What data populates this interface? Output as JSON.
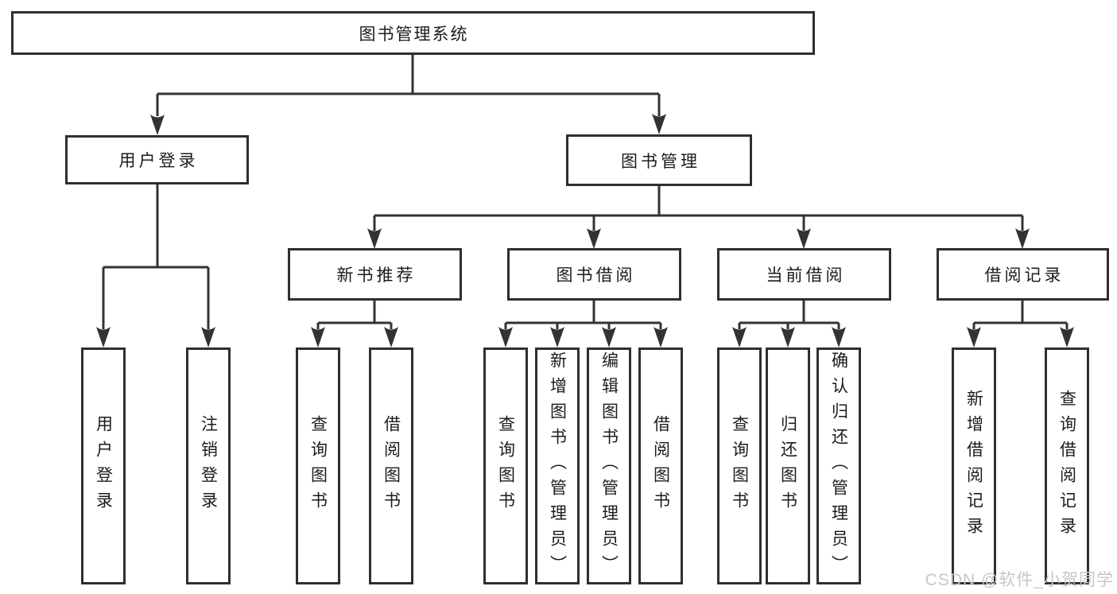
{
  "tree": {
    "root": "图书管理系统",
    "level2": {
      "user_login": "用户登录",
      "book_management": "图书管理"
    },
    "level3": {
      "new_book_recommend": "新书推荐",
      "book_borrow": "图书借阅",
      "current_borrow": "当前借阅",
      "borrow_records": "借阅记录"
    },
    "leaves": {
      "login": "用户登录",
      "logout": "注销登录",
      "nb_query": "查询图书",
      "nb_borrow": "借阅图书",
      "bb_query": "查询图书",
      "bb_add": "新增图书（管理员）",
      "bb_edit": "编辑图书（管理员）",
      "bb_borrow": "借阅图书",
      "cb_query": "查询图书",
      "cb_return": "归还图书",
      "cb_confirm": "确认归还（管理员）",
      "rec_add": "新增借阅记录",
      "rec_query": "查询借阅记录"
    }
  },
  "watermark": {
    "text": "CSDN @软件_小贺同学",
    "color": "#c6c6cb"
  },
  "colors": {
    "line": "#333333",
    "box_border": "#2f2f2f",
    "box_fill": "#ffffff",
    "text": "#1c1c1c",
    "background": "#ffffff"
  }
}
